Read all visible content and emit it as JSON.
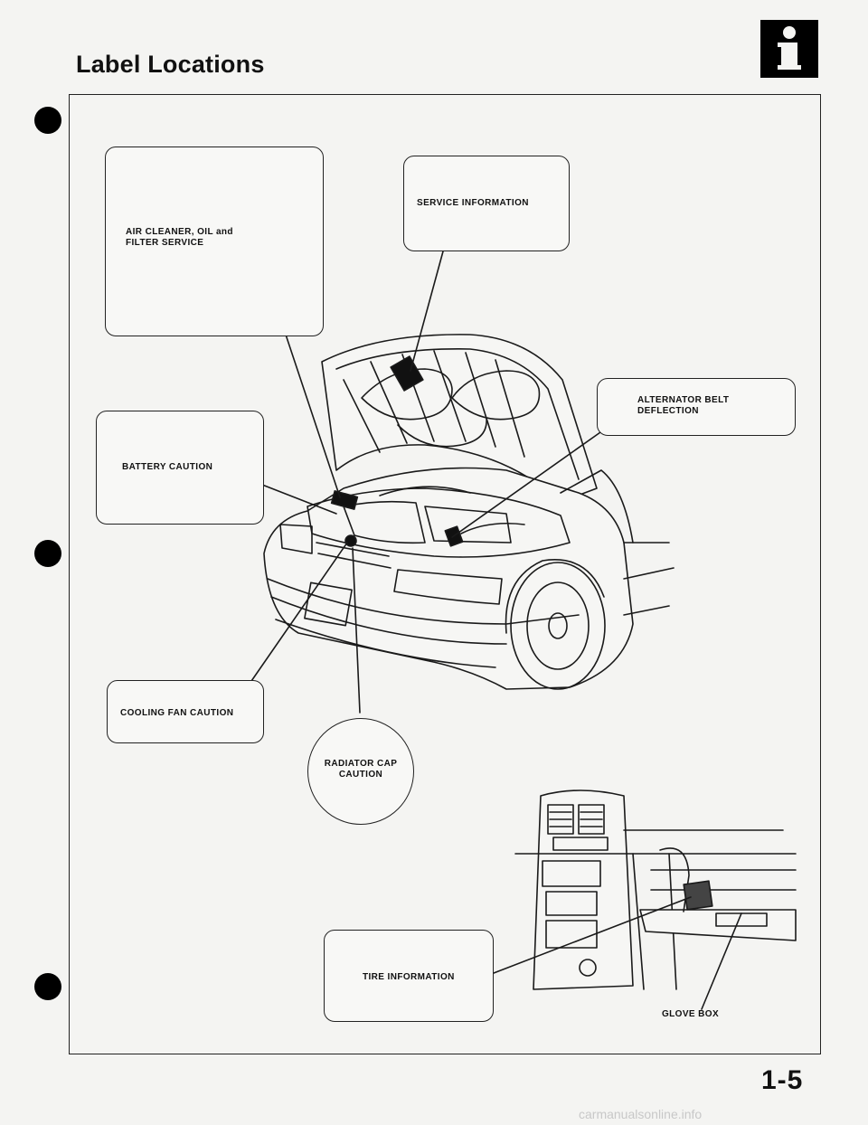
{
  "page": {
    "title": "Label Locations",
    "page_number": "1-5",
    "section_icon": "info-icon",
    "watermark": "carmanualsonline.info"
  },
  "labels": {
    "air_cleaner": "AIR CLEANER, OIL and\nFILTER SERVICE",
    "service_information": "SERVICE INFORMATION",
    "alternator_belt": "ALTERNATOR BELT\nDEFLECTION",
    "battery_caution": "BATTERY CAUTION",
    "cooling_fan_caution": "COOLING FAN CAUTION",
    "radiator_cap_caution": "RADIATOR CAP\nCAUTION",
    "tire_information": "TIRE INFORMATION",
    "glove_box": "GLOVE BOX"
  },
  "colors": {
    "ink": "#111111",
    "paper": "#f4f4f2"
  }
}
